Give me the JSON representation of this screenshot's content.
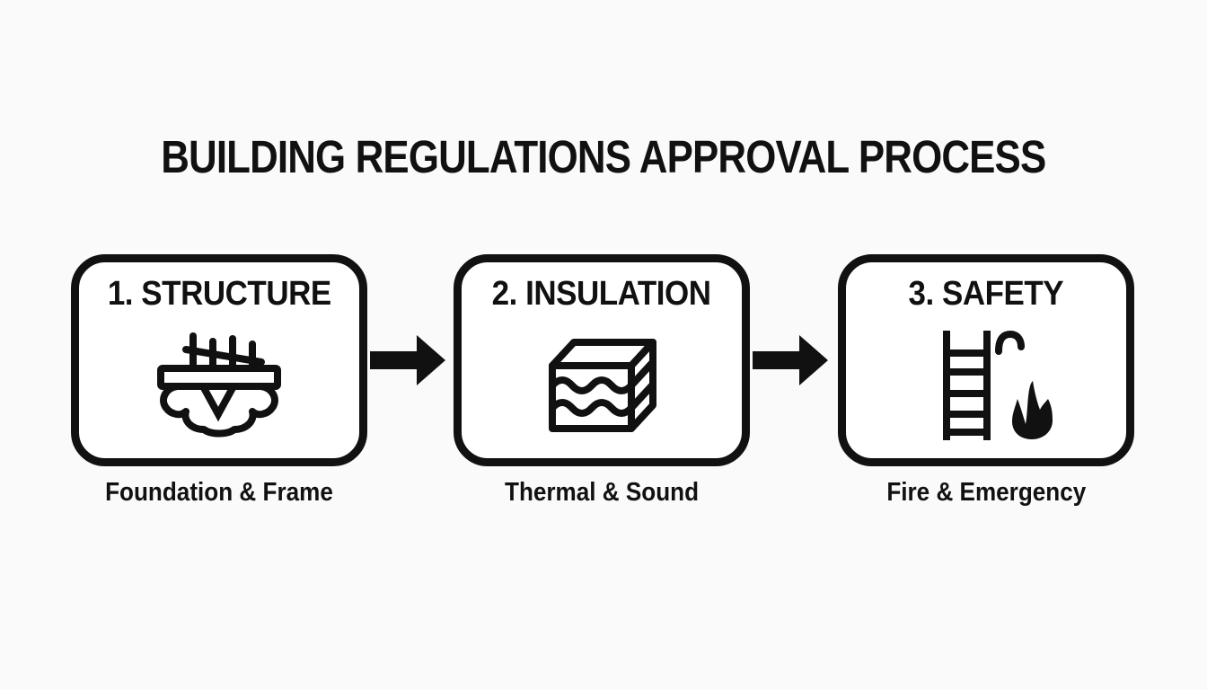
{
  "title": "BUILDING REGULATIONS APPROVAL PROCESS",
  "steps": [
    {
      "heading": "1. STRUCTURE",
      "caption": "Foundation & Frame",
      "icon": "foundation-rebar-icon"
    },
    {
      "heading": "2. INSULATION",
      "caption": "Thermal & Sound",
      "icon": "insulation-layers-icon"
    },
    {
      "heading": "3. SAFETY",
      "caption": "Fire & Emergency",
      "icon": "escape-ladder-fire-icon"
    }
  ],
  "connectors": [
    {
      "icon": "arrow-right-icon"
    },
    {
      "icon": "arrow-right-icon"
    }
  ],
  "colors": {
    "ink": "#111111",
    "background": "#fafafa",
    "box_fill": "#ffffff"
  }
}
